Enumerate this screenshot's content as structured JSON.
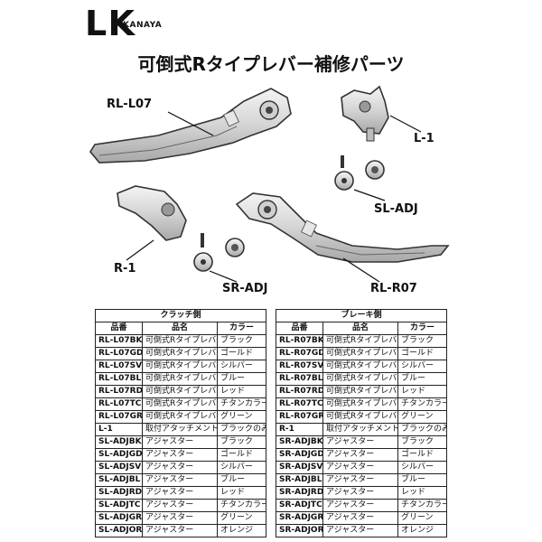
{
  "brand": {
    "logo_mark": "L K",
    "name": "U-KANAYA"
  },
  "title": "可倒式Rタイプレバー補修パーツ",
  "parts": {
    "rl_l07": "RL-L07",
    "l1": "L-1",
    "sl_adj": "SL-ADJ",
    "r1": "R-1",
    "sr_adj": "SR-ADJ",
    "rl_r07": "RL-R07"
  },
  "tables": {
    "clutch": {
      "caption": "クラッチ側",
      "headers": [
        "品番",
        "品名",
        "カラー"
      ],
      "rows": [
        [
          "RL-L07BK",
          "可倒式Rタイプレバー",
          "ブラック"
        ],
        [
          "RL-L07GD",
          "可倒式Rタイプレバー",
          "ゴールド"
        ],
        [
          "RL-L07SV",
          "可倒式Rタイプレバー",
          "シルバー"
        ],
        [
          "RL-L07BL",
          "可倒式Rタイプレバー",
          "ブルー"
        ],
        [
          "RL-L07RD",
          "可倒式Rタイプレバー",
          "レッド"
        ],
        [
          "RL-L07TC",
          "可倒式Rタイプレバー",
          "チタンカラー"
        ],
        [
          "RL-L07GR",
          "可倒式Rタイプレバー",
          "グリーン"
        ],
        [
          "L-1",
          "取付アタッチメント",
          "ブラックのみ"
        ],
        [
          "SL-ADJBK",
          "アジャスター",
          "ブラック"
        ],
        [
          "SL-ADJGD",
          "アジャスター",
          "ゴールド"
        ],
        [
          "SL-ADJSV",
          "アジャスター",
          "シルバー"
        ],
        [
          "SL-ADJBL",
          "アジャスター",
          "ブルー"
        ],
        [
          "SL-ADJRD",
          "アジャスター",
          "レッド"
        ],
        [
          "SL-ADJTC",
          "アジャスター",
          "チタンカラー"
        ],
        [
          "SL-ADJGR",
          "アジャスター",
          "グリーン"
        ],
        [
          "SL-ADJOR",
          "アジャスター",
          "オレンジ"
        ]
      ]
    },
    "brake": {
      "caption": "ブレーキ側",
      "headers": [
        "品番",
        "品名",
        "カラー"
      ],
      "rows": [
        [
          "RL-R07BK",
          "可倒式Rタイプレバー",
          "ブラック"
        ],
        [
          "RL-R07GD",
          "可倒式Rタイプレバー",
          "ゴールド"
        ],
        [
          "RL-R07SV",
          "可倒式Rタイプレバー",
          "シルバー"
        ],
        [
          "RL-R07BL",
          "可倒式Rタイプレバー",
          "ブルー"
        ],
        [
          "RL-R07RD",
          "可倒式Rタイプレバー",
          "レッド"
        ],
        [
          "RL-R07TC",
          "可倒式Rタイプレバー",
          "チタンカラー"
        ],
        [
          "RL-R07GR",
          "可倒式Rタイプレバー",
          "グリーン"
        ],
        [
          "R-1",
          "取付アタッチメント",
          "ブラックのみ"
        ],
        [
          "SR-ADJBK",
          "アジャスター",
          "ブラック"
        ],
        [
          "SR-ADJGD",
          "アジャスター",
          "ゴールド"
        ],
        [
          "SR-ADJSV",
          "アジャスター",
          "シルバー"
        ],
        [
          "SR-ADJBL",
          "アジャスター",
          "ブルー"
        ],
        [
          "SR-ADJRD",
          "アジャスター",
          "レッド"
        ],
        [
          "SR-ADJTC",
          "アジャスター",
          "チタンカラー"
        ],
        [
          "SR-ADJGR",
          "アジャスター",
          "グリーン"
        ],
        [
          "SR-ADJOR",
          "アジャスター",
          "オレンジ"
        ]
      ]
    }
  }
}
